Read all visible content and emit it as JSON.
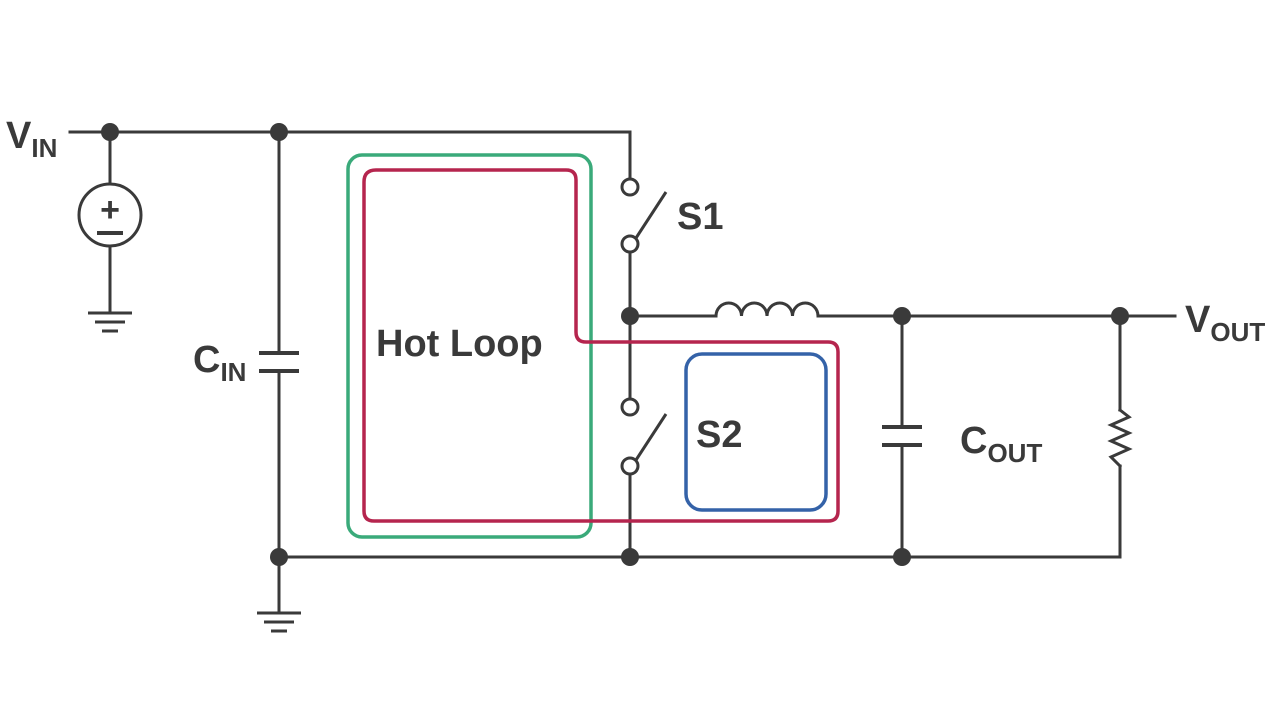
{
  "colors": {
    "wire": "#3a3a3a",
    "text": "#3a3a3a",
    "loop_green": "#3aaa7a",
    "loop_red": "#b5254e",
    "loop_blue": "#3462a8"
  },
  "labels": {
    "vin": {
      "main": "V",
      "sub": "IN"
    },
    "vout": {
      "main": "V",
      "sub": "OUT"
    },
    "cin": {
      "main": "C",
      "sub": "IN"
    },
    "cout": {
      "main": "C",
      "sub": "OUT"
    },
    "s1": "S1",
    "s2": "S2",
    "hot_loop": "Hot Loop"
  },
  "components": {
    "source": {
      "plus": "+",
      "minus": "−"
    },
    "symbols": [
      "voltage-source-icon",
      "ground-icon",
      "capacitor-icon",
      "switch-icon",
      "inductor-icon",
      "resistor-icon"
    ]
  }
}
